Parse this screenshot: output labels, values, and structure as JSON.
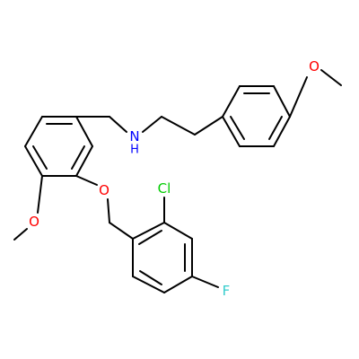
{
  "atoms": {
    "nitrogen": {
      "symbol": "N",
      "hydrogen": "H",
      "color": "#0000ff"
    },
    "oxygen_top_methoxy": {
      "symbol": "O",
      "color": "#ff0000"
    },
    "oxygen_ether": {
      "symbol": "O",
      "color": "#ff0000"
    },
    "oxygen_left_methoxy": {
      "symbol": "O",
      "color": "#ff0000"
    },
    "chlorine": {
      "symbol": "Cl",
      "color": "#00cc00"
    },
    "fluorine": {
      "symbol": "F",
      "color": "#33cccc"
    }
  },
  "colors": {
    "bond": "#000000",
    "background": "#ffffff"
  }
}
